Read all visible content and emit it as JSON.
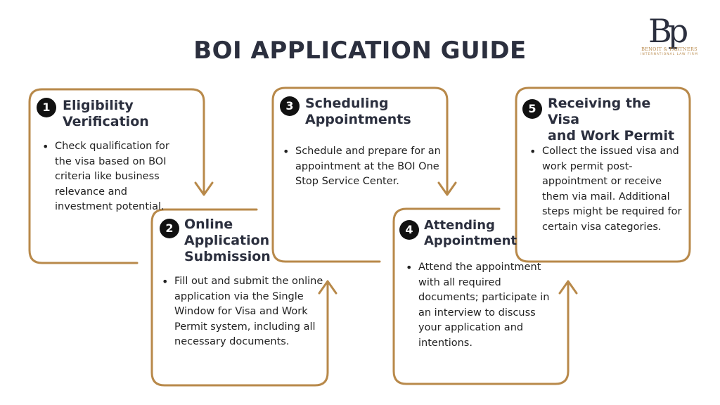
{
  "title": "BOI APPLICATION GUIDE",
  "logo": {
    "monogram": "Bp",
    "firm": "BENOIT & PARTNERS",
    "tagline": "INTERNATIONAL LAW FIRM"
  },
  "colors": {
    "accent": "#b8894a",
    "badge": "#111111",
    "heading": "#2b2f3e"
  },
  "steps": [
    {
      "number": "1",
      "heading_line1": "Eligibility",
      "heading_line2": "Verification",
      "heading_line3": "",
      "text": "Check qualification for the visa based on BOI criteria like business relevance and investment potential."
    },
    {
      "number": "2",
      "heading_line1": "Online",
      "heading_line2": "Application",
      "heading_line3": "Submission",
      "text": "Fill out and submit the online application via the Single Window for Visa and Work Permit system, including all necessary documents."
    },
    {
      "number": "3",
      "heading_line1": "Scheduling",
      "heading_line2": "Appointments",
      "heading_line3": "",
      "text": "Schedule and prepare for an appointment at the BOI One Stop Service Center."
    },
    {
      "number": "4",
      "heading_line1": "Attending",
      "heading_line2": "Appointment",
      "heading_line3": "",
      "text": "Attend the appointment with all required documents; participate in an interview to discuss your application and intentions."
    },
    {
      "number": "5",
      "heading_line1": "Receiving the Visa",
      "heading_line2": "and Work Permit",
      "heading_line3": "",
      "text": "Collect the issued visa and work permit post-appointment or receive them via mail. Additional steps might be required for certain visa categories."
    }
  ]
}
